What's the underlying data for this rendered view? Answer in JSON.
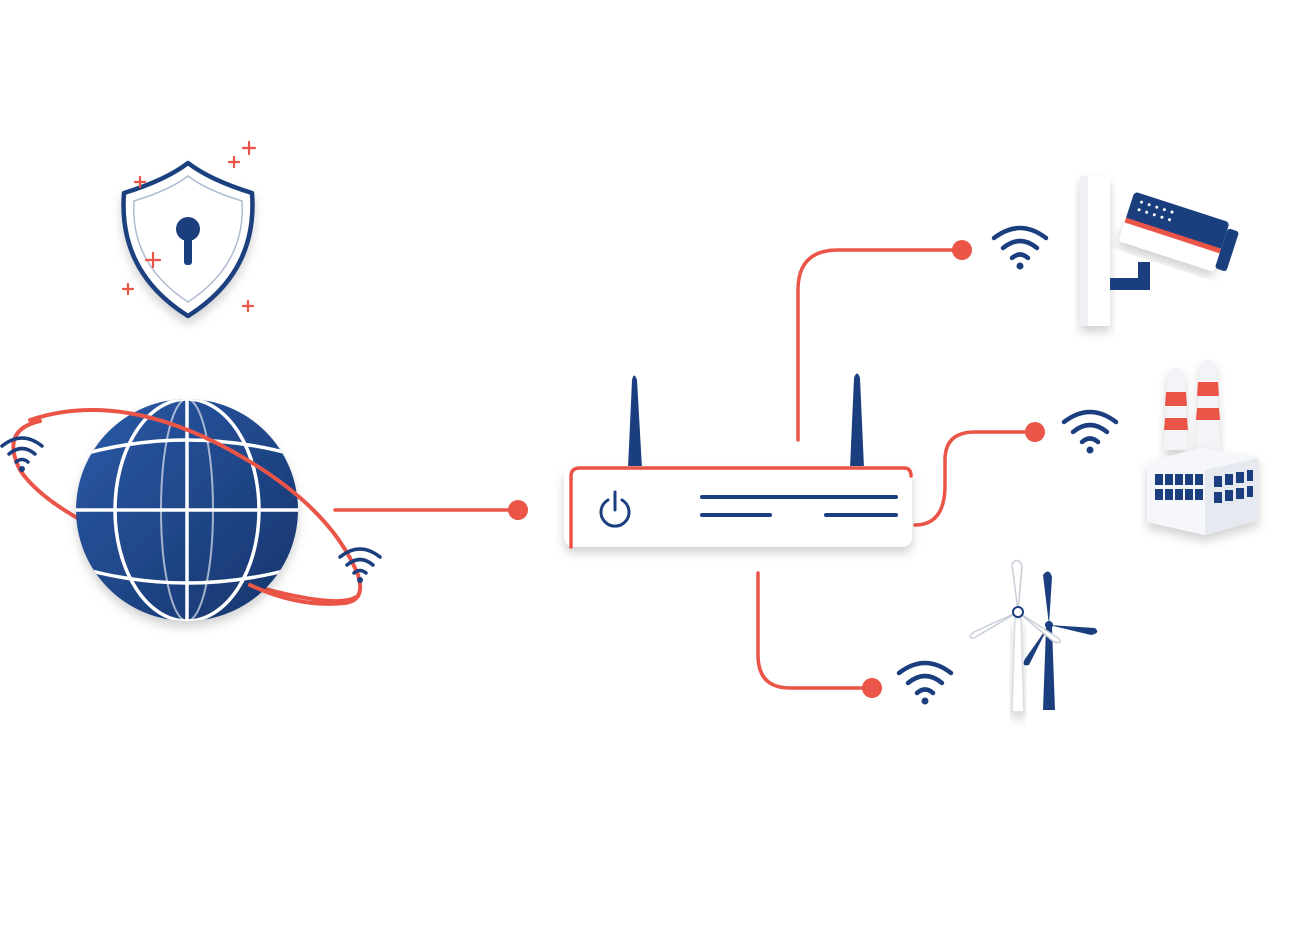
{
  "diagram": {
    "nodes": [
      {
        "id": "security",
        "icon": "shield-lock-icon"
      },
      {
        "id": "internet",
        "icon": "globe-icon"
      },
      {
        "id": "router",
        "icon": "router-icon"
      },
      {
        "id": "camera",
        "icon": "security-camera-icon"
      },
      {
        "id": "factory",
        "icon": "factory-icon"
      },
      {
        "id": "wind",
        "icon": "wind-turbine-icon"
      }
    ],
    "edges": [
      {
        "from": "internet",
        "to": "router"
      },
      {
        "from": "router",
        "to": "camera"
      },
      {
        "from": "router",
        "to": "factory"
      },
      {
        "from": "router",
        "to": "wind"
      }
    ]
  },
  "colors": {
    "navy": "#1b3f7e",
    "accent": "#ea5548",
    "background": "#ffffff",
    "light": "#f2f4f8"
  }
}
